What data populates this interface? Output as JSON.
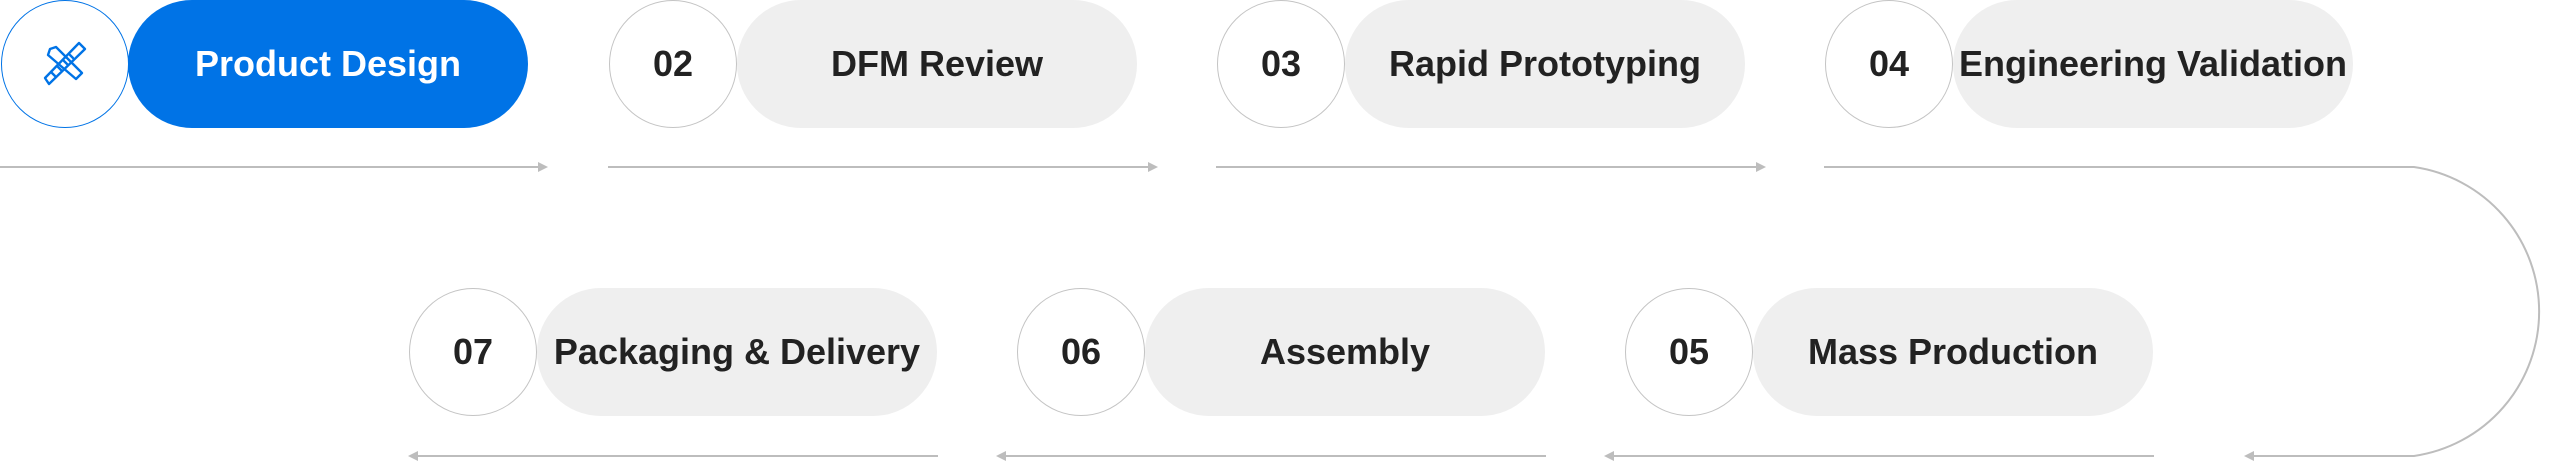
{
  "colors": {
    "accent": "#0073e6",
    "pill": "#efefef",
    "border": "#c4c4c4",
    "line": "#bdbdbd",
    "text": "#222222"
  },
  "steps": [
    {
      "number": "",
      "icon": "pencil-ruler-icon",
      "label": "Product Design",
      "active": true
    },
    {
      "number": "02",
      "label": "DFM Review"
    },
    {
      "number": "03",
      "label": "Rapid Prototyping"
    },
    {
      "number": "04",
      "label": "Engineering Validation"
    },
    {
      "number": "05",
      "label": "Mass Production"
    },
    {
      "number": "06",
      "label": "Assembly"
    },
    {
      "number": "07",
      "label": "Packaging & Delivery"
    }
  ]
}
